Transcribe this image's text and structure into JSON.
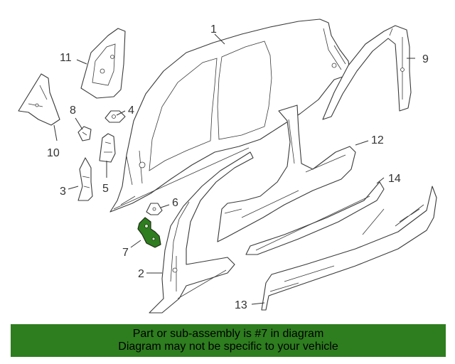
{
  "callouts": [
    {
      "id": "1",
      "label": "1"
    },
    {
      "id": "2",
      "label": "2"
    },
    {
      "id": "3",
      "label": "3"
    },
    {
      "id": "4",
      "label": "4"
    },
    {
      "id": "5",
      "label": "5"
    },
    {
      "id": "6",
      "label": "6"
    },
    {
      "id": "7",
      "label": "7"
    },
    {
      "id": "8",
      "label": "8"
    },
    {
      "id": "9",
      "label": "9"
    },
    {
      "id": "10",
      "label": "10"
    },
    {
      "id": "11",
      "label": "11"
    },
    {
      "id": "12",
      "label": "12"
    },
    {
      "id": "13",
      "label": "13"
    },
    {
      "id": "14",
      "label": "14"
    }
  ],
  "highlighted_part": "7",
  "colors": {
    "highlight": "#2e7d1f",
    "banner": "#2e7d1f",
    "line": "#3a3a3a"
  },
  "banner": {
    "line1": "Part or sub-assembly is #7 in diagram",
    "line2": "Diagram may not be specific to your vehicle"
  }
}
